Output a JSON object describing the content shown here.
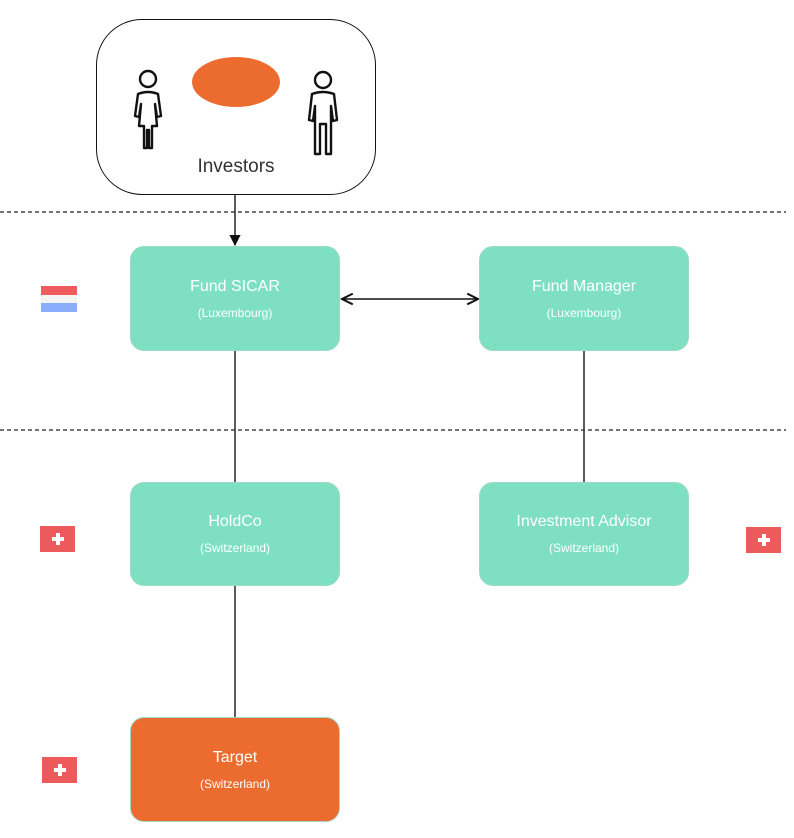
{
  "diagram": {
    "colors": {
      "entity_fill": "#7ee0c0",
      "target_fill": "#ec6c2f",
      "investor_ellipse": "#ec6c2f",
      "line": "#111111",
      "lu_red": "#ef5b5f",
      "lu_white": "#f4f4f4",
      "lu_blue": "#8aaefc",
      "ch_red": "#ec5a5c",
      "ch_cross": "#ffffff"
    },
    "investors": {
      "label": "Investors",
      "icons": [
        "female-person-icon",
        "male-person-icon"
      ]
    },
    "nodes": [
      {
        "id": "fund_sicar",
        "title": "Fund SICAR",
        "subtitle": "(Luxembourg)"
      },
      {
        "id": "fund_manager",
        "title": "Fund Manager",
        "subtitle": "(Luxembourg)"
      },
      {
        "id": "holdco",
        "title": "HoldCo",
        "subtitle": "(Switzerland)"
      },
      {
        "id": "investment_advisor",
        "title": "Investment Advisor",
        "subtitle": "(Switzerland)"
      },
      {
        "id": "target",
        "title": "Target",
        "subtitle": "(Switzerland)"
      }
    ],
    "edges": [
      {
        "from": "investors",
        "to": "fund_sicar",
        "style": "arrow"
      },
      {
        "from": "fund_sicar",
        "to": "fund_manager",
        "style": "double-arrow"
      },
      {
        "from": "fund_sicar",
        "to": "holdco",
        "style": "line"
      },
      {
        "from": "fund_manager",
        "to": "investment_advisor",
        "style": "line"
      },
      {
        "from": "holdco",
        "to": "target",
        "style": "line"
      }
    ],
    "flags": [
      {
        "country": "Luxembourg",
        "icon": "luxembourg-flag-icon"
      },
      {
        "country": "Switzerland",
        "icon": "swiss-flag-icon"
      },
      {
        "country": "Switzerland",
        "icon": "swiss-flag-icon"
      },
      {
        "country": "Switzerland",
        "icon": "swiss-flag-icon"
      }
    ],
    "separators": [
      "dashed",
      "dashed"
    ]
  }
}
